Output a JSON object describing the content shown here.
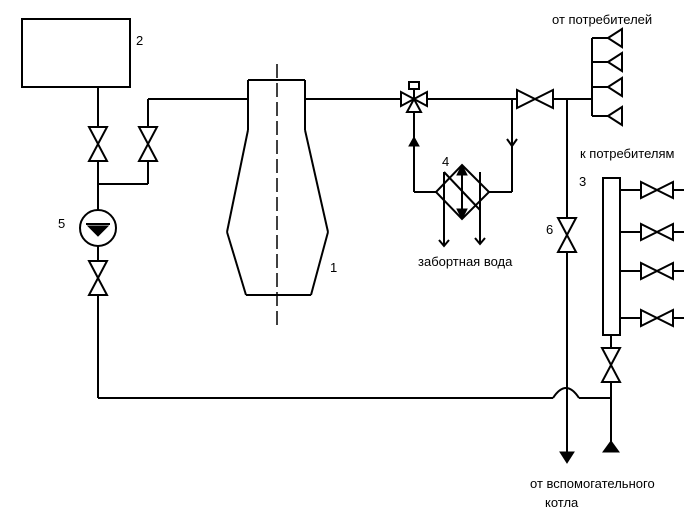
{
  "labels": {
    "boiler": "1",
    "tank": "2",
    "collector": "3",
    "heat_exchanger": "4",
    "pump": "5",
    "drain_valve": "6",
    "from_consumers": "от потребителей",
    "to_consumers": "к потребителям",
    "intake_water": "забортная вода",
    "from_aux_boiler_line1": "от вспомогательного",
    "from_aux_boiler_line2": "котла"
  }
}
